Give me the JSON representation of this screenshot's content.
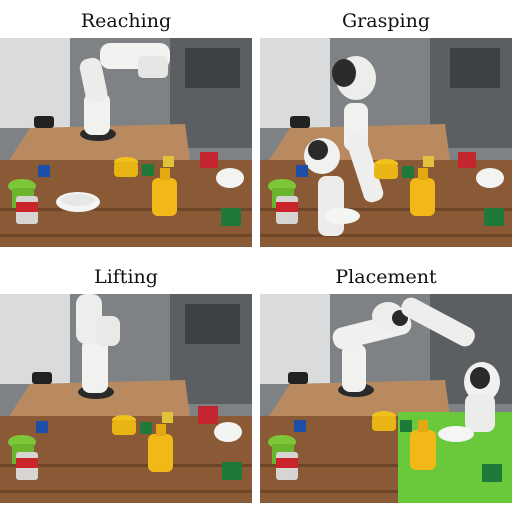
{
  "panels": [
    {
      "title": "Reaching"
    },
    {
      "title": "Grasping"
    },
    {
      "title": "Lifting"
    },
    {
      "title": "Placement"
    }
  ],
  "colors": {
    "table_top": "#8a5a36",
    "wall": "#d8d8d6",
    "counter": "#b98a5f",
    "robot_white": "#f1f1ef",
    "green_mat": "#69c93a",
    "mustard": "#f2b818",
    "red_cube": "#c3262f",
    "green_cube": "#1f7a3a",
    "blue_cube": "#1e4fa8"
  }
}
